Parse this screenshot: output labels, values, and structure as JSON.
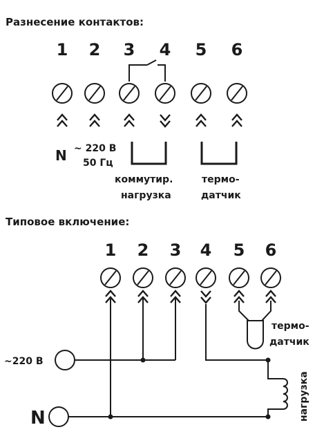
{
  "section1": {
    "title": "Разнесение контактов:",
    "terminals": [
      "1",
      "2",
      "3",
      "4",
      "5",
      "6"
    ],
    "label_n": "N",
    "label_voltage": "~ 220 В",
    "label_freq": "50 Гц",
    "label_load_1": "коммутир.",
    "label_load_2": "нагрузка",
    "label_sensor_1": "термо-",
    "label_sensor_2": "датчик"
  },
  "section2": {
    "title": "Типовое включение:",
    "terminals": [
      "1",
      "2",
      "3",
      "4",
      "5",
      "6"
    ],
    "label_supply": "~220 В",
    "label_n": "N",
    "label_sensor_1": "термо-",
    "label_sensor_2": "датчик",
    "label_load": "нагрузка"
  },
  "colors": {
    "ink": "#1a1a1a",
    "background": "#ffffff"
  },
  "icons": [
    "screw-terminal-icon",
    "chevron-up-icon",
    "chevron-down-icon",
    "relay-contact-icon",
    "thermistor-icon",
    "inductor-coil-icon"
  ]
}
